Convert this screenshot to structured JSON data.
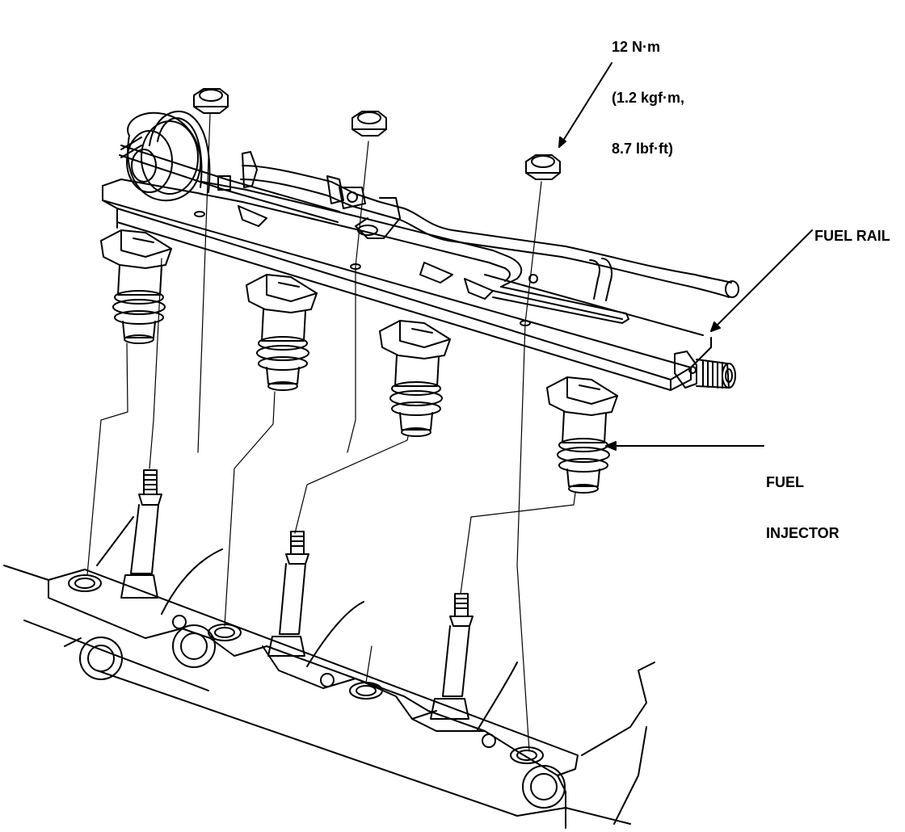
{
  "diagram": {
    "labels": {
      "torque_line1": "12 N·m",
      "torque_line2": "(1.2 kgf·m,",
      "torque_line3": "8.7 lbf·ft)",
      "fuel_rail": "FUEL RAIL",
      "fuel_injector_line1": "FUEL",
      "fuel_injector_line2": "INJECTOR"
    },
    "colors": {
      "ink": "#000000",
      "background": "#ffffff"
    }
  }
}
